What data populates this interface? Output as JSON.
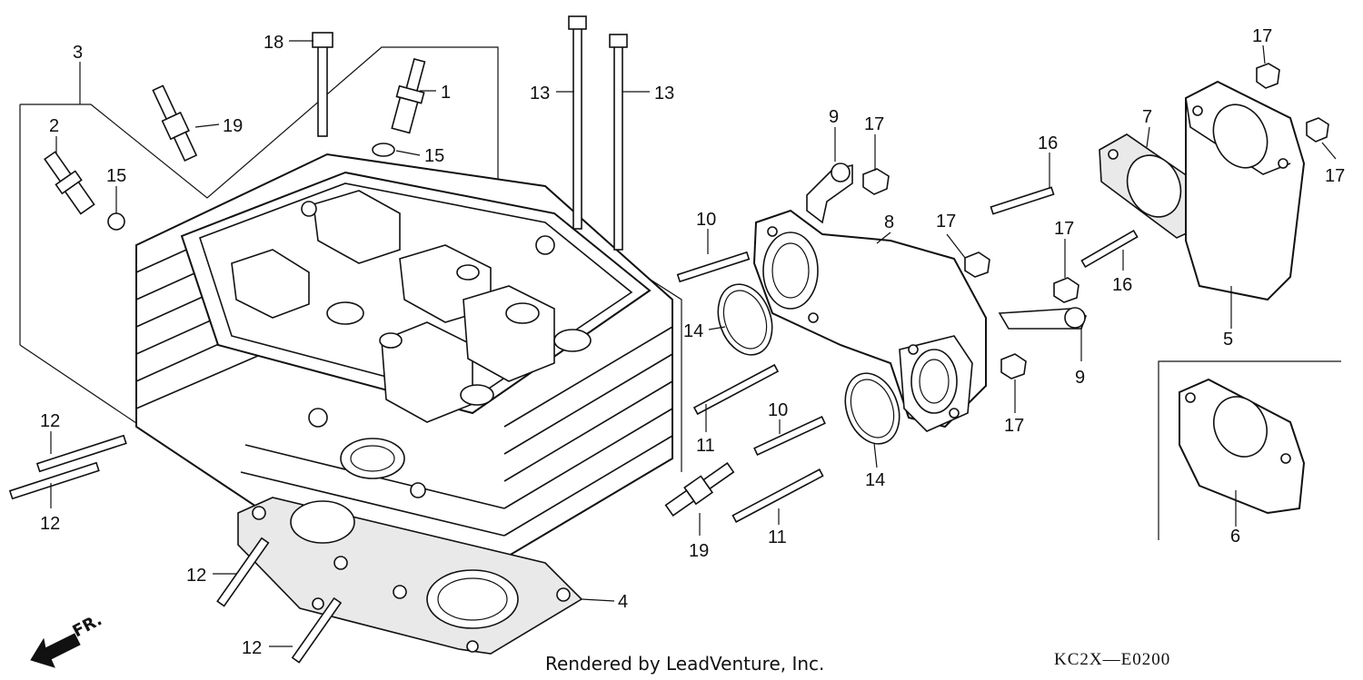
{
  "credit": "Rendered by LeadVenture, Inc.",
  "diagram_code": "KC2X—E0200",
  "direction_label": "FR.",
  "callouts": [
    {
      "id": "c1",
      "label": "1"
    },
    {
      "id": "c2",
      "label": "2"
    },
    {
      "id": "c3",
      "label": "3"
    },
    {
      "id": "c4",
      "label": "4"
    },
    {
      "id": "c5",
      "label": "5"
    },
    {
      "id": "c6",
      "label": "6"
    },
    {
      "id": "c7",
      "label": "7"
    },
    {
      "id": "c8",
      "label": "8"
    },
    {
      "id": "c9a",
      "label": "9"
    },
    {
      "id": "c9b",
      "label": "9"
    },
    {
      "id": "c10a",
      "label": "10"
    },
    {
      "id": "c10b",
      "label": "10"
    },
    {
      "id": "c11a",
      "label": "11"
    },
    {
      "id": "c11b",
      "label": "11"
    },
    {
      "id": "c12a",
      "label": "12"
    },
    {
      "id": "c12b",
      "label": "12"
    },
    {
      "id": "c12c",
      "label": "12"
    },
    {
      "id": "c12d",
      "label": "12"
    },
    {
      "id": "c13a",
      "label": "13"
    },
    {
      "id": "c13b",
      "label": "13"
    },
    {
      "id": "c14a",
      "label": "14"
    },
    {
      "id": "c14b",
      "label": "14"
    },
    {
      "id": "c15a",
      "label": "15"
    },
    {
      "id": "c15b",
      "label": "15"
    },
    {
      "id": "c16a",
      "label": "16"
    },
    {
      "id": "c16b",
      "label": "16"
    },
    {
      "id": "c17a",
      "label": "17"
    },
    {
      "id": "c17b",
      "label": "17"
    },
    {
      "id": "c17c",
      "label": "17"
    },
    {
      "id": "c17d",
      "label": "17"
    },
    {
      "id": "c17e",
      "label": "17"
    },
    {
      "id": "c17f",
      "label": "17"
    },
    {
      "id": "c18",
      "label": "18"
    },
    {
      "id": "c19a",
      "label": "19"
    },
    {
      "id": "c19b",
      "label": "19"
    }
  ]
}
